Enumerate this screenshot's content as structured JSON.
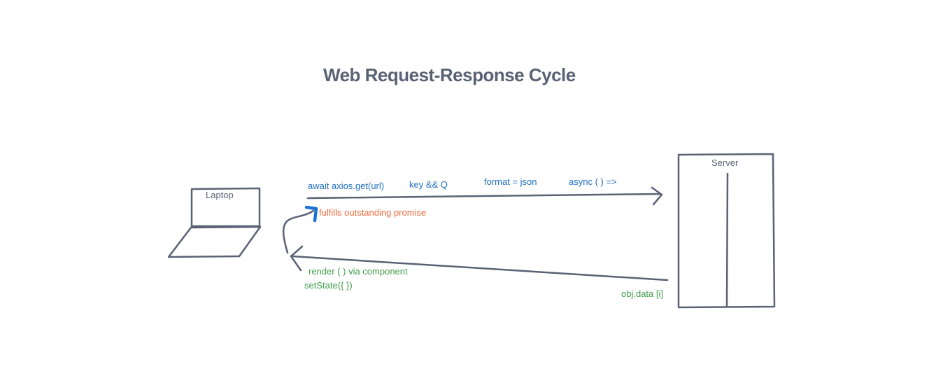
{
  "title": "Web Request-Response Cycle",
  "laptop": {
    "label": "Laptop"
  },
  "server": {
    "label": "Server"
  },
  "request": {
    "labels": [
      "await axios.get(url)",
      "key && Q",
      "format = json",
      "async ( ) =>"
    ]
  },
  "promise_note": "fulfills outstanding promise",
  "response": {
    "render_label": "render ( ) via component",
    "setstate_label": "setState({ })",
    "data_label": "obj.data [i]"
  },
  "colors": {
    "ink": "#5a6275",
    "blue": "#1f6fc1",
    "bright_blue": "#1a73d4",
    "orange": "#f06a3c",
    "green": "#3f9d4a"
  }
}
